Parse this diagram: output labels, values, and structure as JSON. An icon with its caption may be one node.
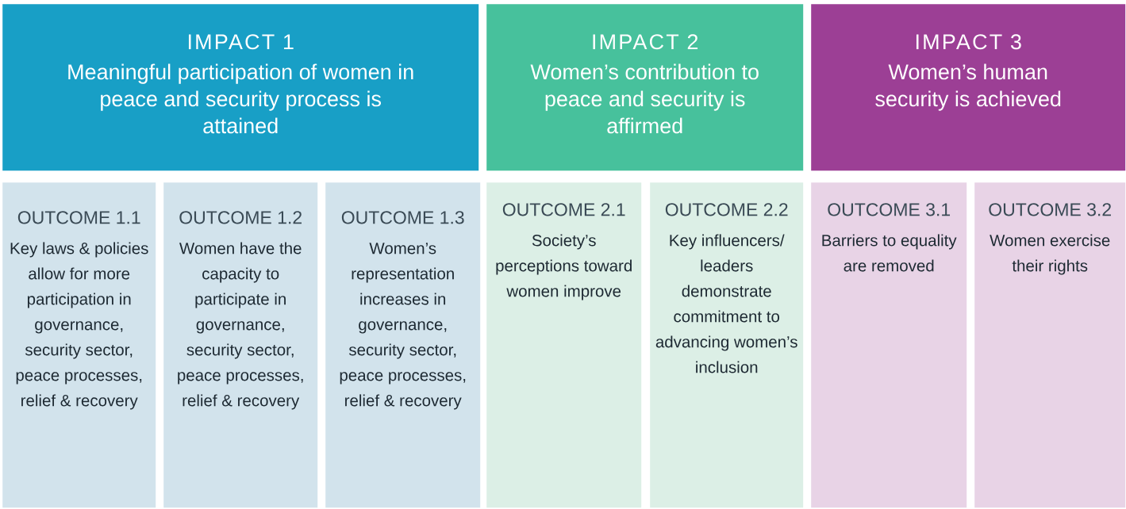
{
  "diagram": {
    "nodes": [
      {
        "text": [
          "IMPACT 1",
          "Meaningful participation of women in peace and security process is attained"
        ]
      },
      {
        "text": [
          "IMPACT 2",
          "Women’s contribution to peace and security is affirmed"
        ]
      },
      {
        "text": [
          "IMPACT 3",
          "Women’s human security is achieved"
        ]
      },
      {
        "text": [
          "OUTCOME 1.1",
          "Key laws & policies allow for more participation in governance, security sector, peace processes, relief & recovery"
        ]
      },
      {
        "text": [
          "OUTCOME 1.2",
          "Women have the capacity to participate in governance, security sector, peace processes, relief & recovery"
        ]
      },
      {
        "text": [
          "OUTCOME 1.3",
          "Women’s representation increases in governance, security sector, peace processes, relief & recovery"
        ]
      },
      {
        "text": [
          "OUTCOME 2.1",
          "Society’s perceptions toward women improve"
        ]
      },
      {
        "text": [
          "OUTCOME 2.2",
          "Key influencers/ leaders demonstrate commitment to advancing women’s inclusion"
        ]
      },
      {
        "text": [
          "OUTCOME 3.1",
          "Barriers to equality are removed"
        ]
      },
      {
        "text": [
          "OUTCOME 3.2",
          "Women exercise their rights"
        ]
      }
    ]
  }
}
